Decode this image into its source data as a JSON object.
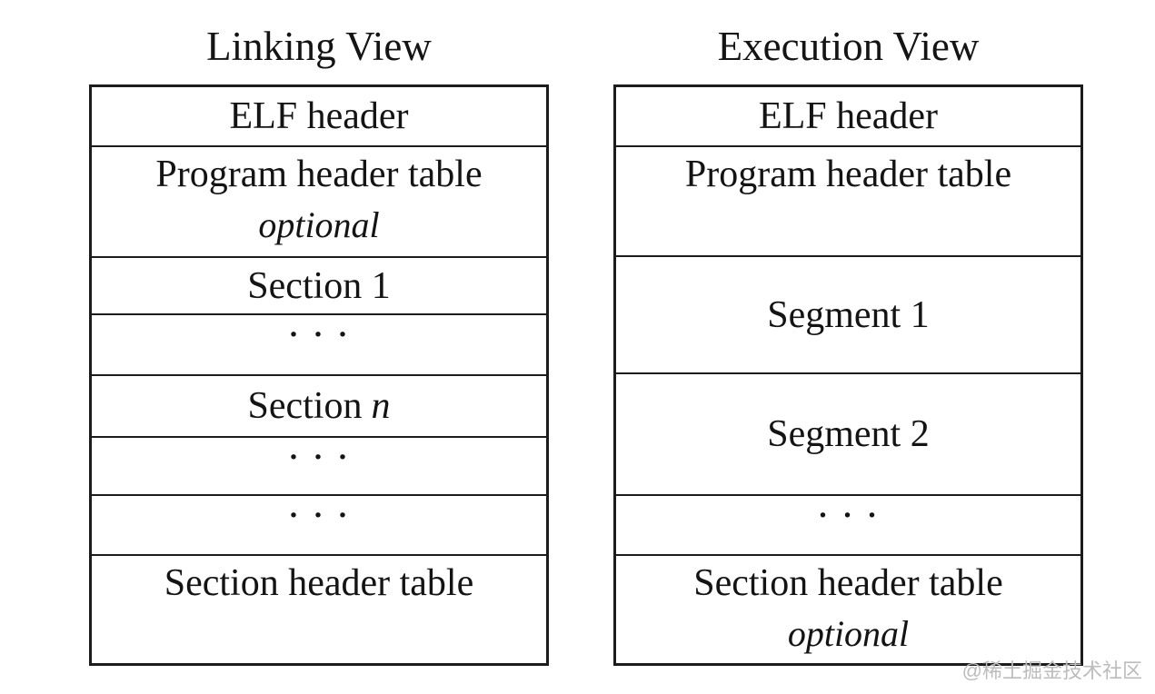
{
  "diagram": {
    "subject": "ELF object file format",
    "colors": {
      "background": "#ffffff",
      "border": "#1c1c1c",
      "text": "#141414",
      "watermark": "#bcbcbc"
    }
  },
  "linking_view": {
    "title": "Linking View",
    "rows": [
      {
        "label": "ELF header"
      },
      {
        "label": "Program header table",
        "note": "optional"
      },
      {
        "label": "Section 1"
      },
      {
        "label": ". . ."
      },
      {
        "label": "Section",
        "italic_suffix": "n"
      },
      {
        "label": ". . ."
      },
      {
        "label": ". . ."
      },
      {
        "label": "Section header table"
      }
    ]
  },
  "execution_view": {
    "title": "Execution View",
    "rows": [
      {
        "label": "ELF header"
      },
      {
        "label": "Program header table"
      },
      {
        "label": "Segment 1"
      },
      {
        "label": "Segment 2"
      },
      {
        "label": ". . ."
      },
      {
        "label": "Section header table",
        "note": "optional"
      }
    ]
  },
  "watermark": {
    "text": "@稀土掘金技术社区"
  }
}
